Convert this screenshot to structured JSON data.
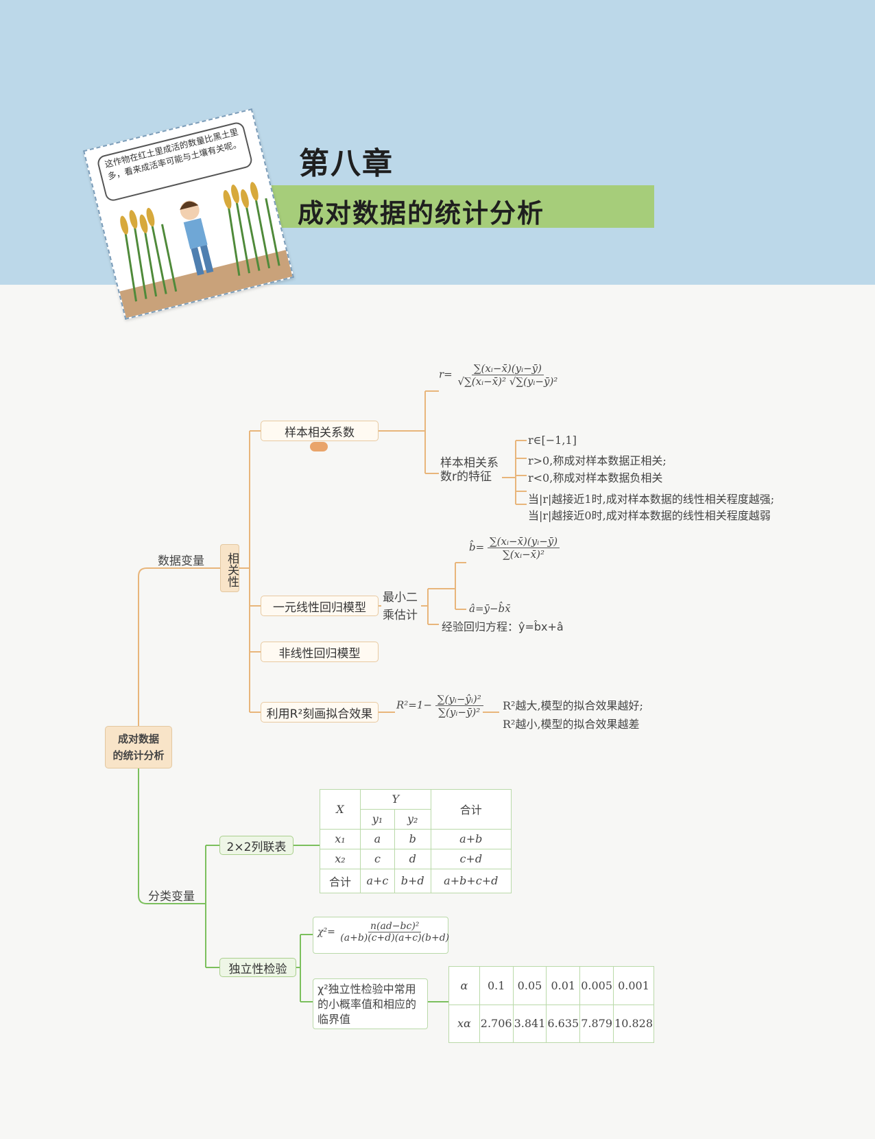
{
  "header": {
    "chapter": "第八章",
    "title": "成对数据的统计分析",
    "card_caption": "这作物在红土里成活的数量比黑土里多，看来成活率可能与土壤有关呢。"
  },
  "root": {
    "line1": "成对数据",
    "line2": "的统计分析"
  },
  "numeric_branch": {
    "label": "数据变量",
    "group": "相关性",
    "sample_corr": {
      "label": "样本相关系数",
      "formula_lhs": "r=",
      "formula_num": "∑(xᵢ−x̄)(yᵢ−ȳ)",
      "formula_den": "√∑(xᵢ−x̄)² √∑(yᵢ−ȳ)²",
      "features_label_1": "样本相关系",
      "features_label_2": "数r的特征",
      "features": [
        "r∈[−1,1]",
        "r>0,称成对样本数据正相关;",
        "r<0,称成对样本数据负相关",
        "当|r|越接近1时,成对样本数据的线性相关程度越强;",
        "当|r|越接近0时,成对样本数据的线性相关程度越弱"
      ]
    },
    "linear_regression": {
      "label": "一元线性回归模型",
      "method_1": "最小二",
      "method_2": "乘估计",
      "b_lhs": "b̂=",
      "b_num": "∑(xᵢ−x̄)(yᵢ−ȳ)",
      "b_den": "∑(xᵢ−x̄)²",
      "a_formula": "â=ȳ−b̂x̄",
      "equation": "经验回归方程：ŷ=b̂x+â"
    },
    "nonlinear": {
      "label": "非线性回归模型"
    },
    "r2": {
      "label": "利用R²刻画拟合效果",
      "lhs": "R²=1−",
      "num": "∑(yᵢ−ŷᵢ)²",
      "den": "∑(yᵢ−ȳ)²",
      "notes": [
        "R²越大,模型的拟合效果越好;",
        "R²越小,模型的拟合效果越差"
      ]
    }
  },
  "categorical_branch": {
    "label": "分类变量",
    "contingency": {
      "label": "2×2列联表",
      "header_x": "X",
      "header_y": "Y",
      "header_total": "合计",
      "y_cols": [
        "y₁",
        "y₂"
      ],
      "rows": [
        [
          "x₁",
          "a",
          "b",
          "a+b"
        ],
        [
          "x₂",
          "c",
          "d",
          "c+d"
        ],
        [
          "合计",
          "a+c",
          "b+d",
          "a+b+c+d"
        ]
      ]
    },
    "independence": {
      "label": "独立性检验",
      "chi_lhs": "χ²=",
      "chi_num": "n(ad−bc)²",
      "chi_den": "(a+b)(c+d)(a+c)(b+d)",
      "critical_label": "χ²独立性检验中常用的小概率值和相应的临界值",
      "alpha_header": "α",
      "x_header": "xα",
      "alphas": [
        "0.1",
        "0.05",
        "0.01",
        "0.005",
        "0.001"
      ],
      "critical_values": [
        "2.706",
        "3.841",
        "6.635",
        "7.879",
        "10.828"
      ]
    }
  },
  "colors": {
    "orange_line": "#e8b57a",
    "green_line": "#7bbf5c",
    "banner": "#bcd8e9",
    "title_bar": "#a6cd7a"
  }
}
